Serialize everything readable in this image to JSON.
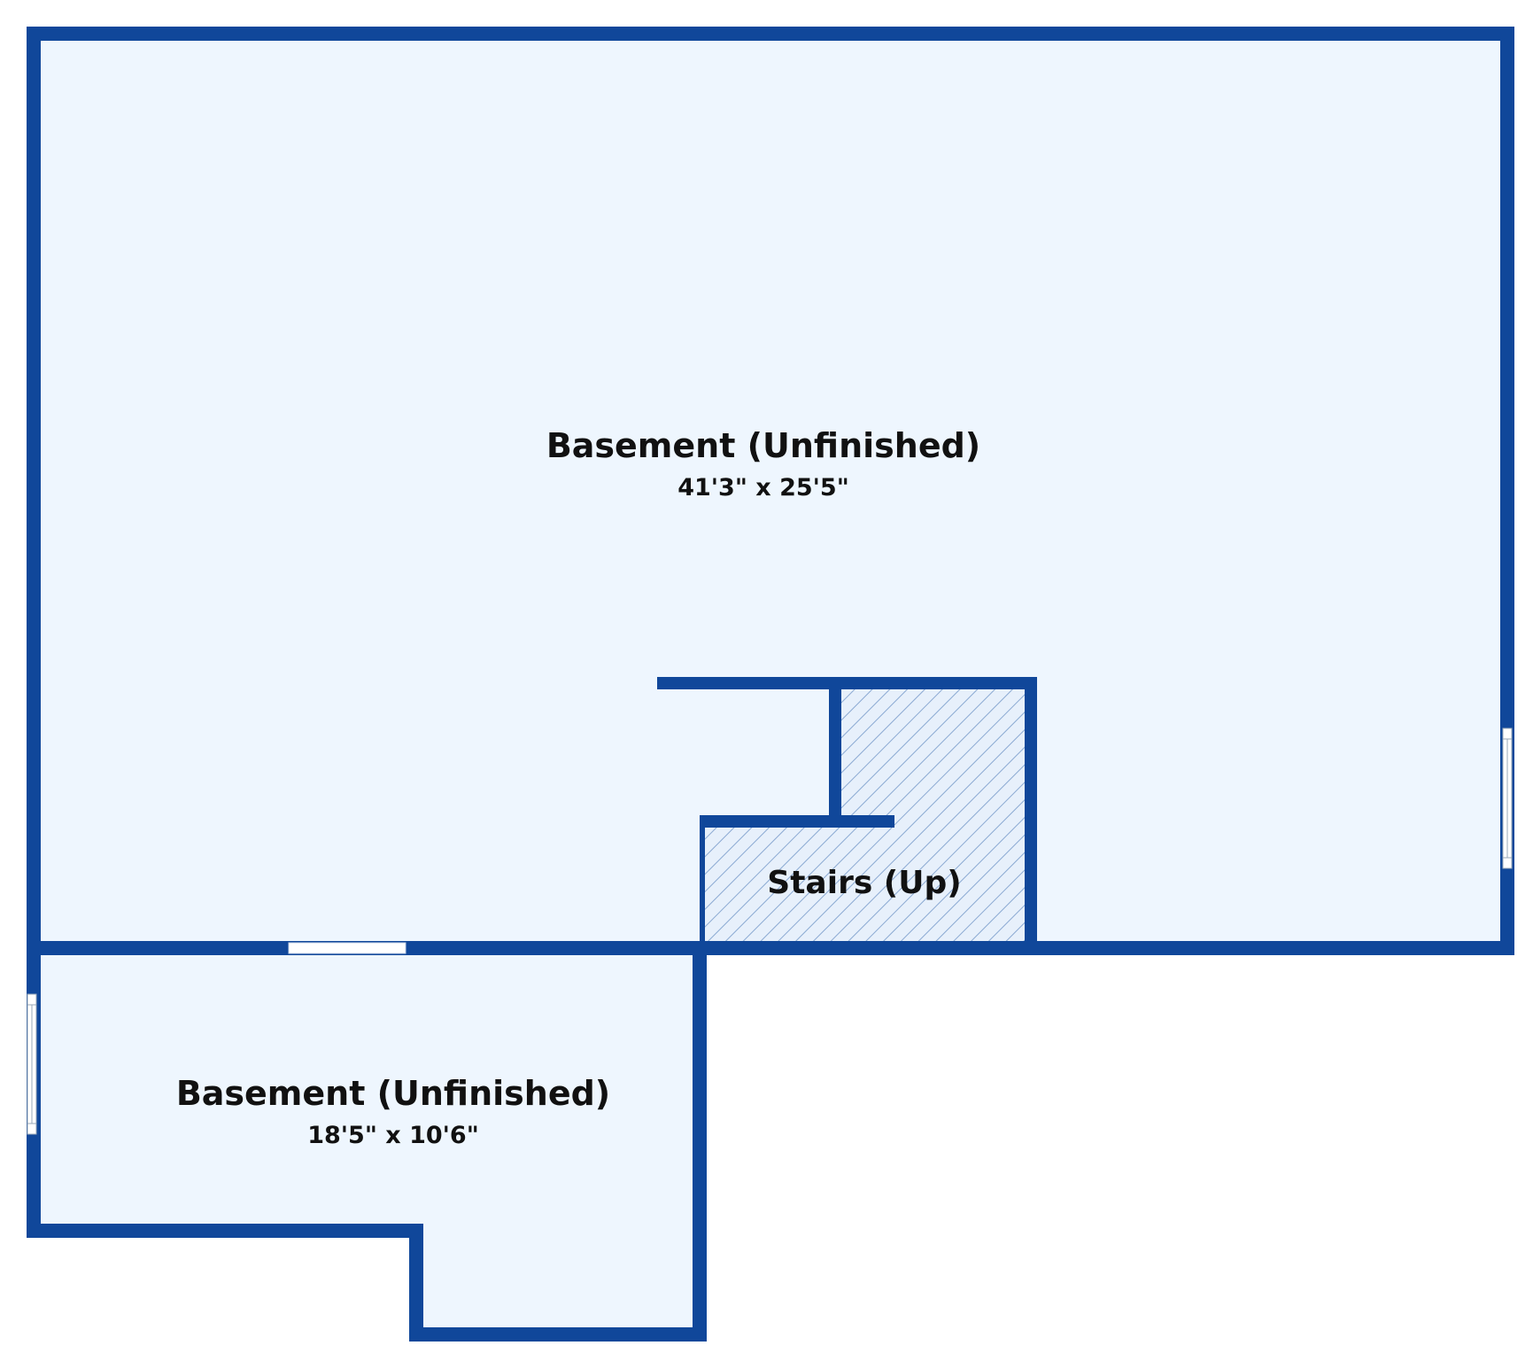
{
  "colors": {
    "wall": "#10479a",
    "floor": "#eef6fe",
    "stairs_fill": "#e7f0fb",
    "hatch": "#8aa9d2",
    "background": "#ffffff",
    "text": "#111111"
  },
  "rooms": {
    "main_basement": {
      "name": "Basement (Unfinished)",
      "dimensions": "41'3\" x 25'5\""
    },
    "lower_basement": {
      "name": "Basement (Unfinished)",
      "dimensions": "18'5\" x 10'6\""
    },
    "stairs": {
      "name": "Stairs (Up)"
    }
  }
}
